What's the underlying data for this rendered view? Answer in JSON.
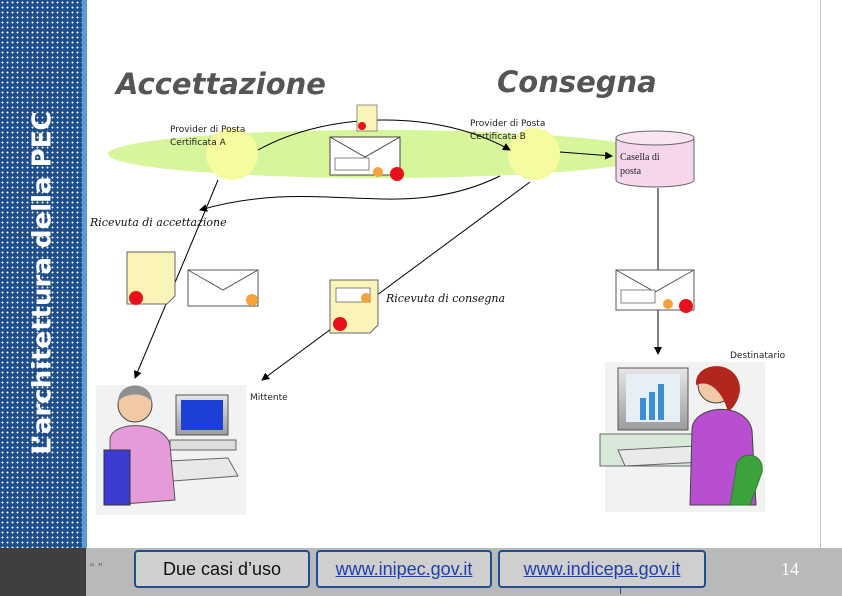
{
  "sidebar": {
    "title": "L’architettura della PEC"
  },
  "headings": {
    "left": "Accettazione",
    "right": "Consegna"
  },
  "nodes": {
    "provider_a": "Provider di Posta Certificata A",
    "provider_a_line1": "Provider di Posta",
    "provider_a_line2": "Certificata A",
    "provider_b_line1": "Provider di Posta",
    "provider_b_line2": "Certificata B",
    "mailbox_line1": "Casella di",
    "mailbox_line2": "posta",
    "sender": "Mittente",
    "recipient": "Destinatario"
  },
  "labels": {
    "acceptance_receipt": "Ricevuta di accettazione",
    "delivery_receipt": "Ricevuta di consegna"
  },
  "footer": {
    "mark": "“ ”",
    "button_cases": "Due casi d’uso",
    "link_inipec": "www.inipec.gov.it",
    "link_indicepa": "www.indicepa.gov.it",
    "page_number": "14"
  },
  "colors": {
    "sidebar": "#1f4e8c",
    "network_ellipse": "#d7f59a",
    "provider_node": "#f7fb9f",
    "document": "#fbf4b8",
    "seal_red": "#e8111b",
    "seal_orange": "#f5a23a",
    "person_shirt": "#e59ad9",
    "person_shirt_recipient": "#b84fd1",
    "chair": "#3ca33c"
  }
}
